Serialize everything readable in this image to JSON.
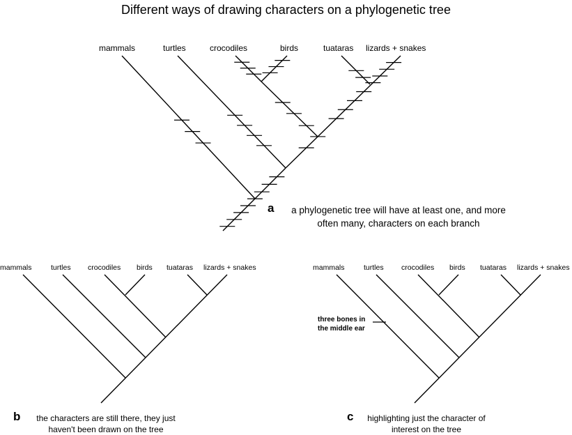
{
  "title": "Different ways of drawing characters on a phylogenetic tree",
  "panels": {
    "a": {
      "letter": "a",
      "caption_line1": "a phylogenetic tree will have at least one, and more",
      "caption_line2": "often many, characters on each branch",
      "taxa": [
        "mammals",
        "turtles",
        "crocodiles",
        "birds",
        "tuataras",
        "lizards + snakes"
      ]
    },
    "b": {
      "letter": "b",
      "caption_line1": "the characters are still there, they just",
      "caption_line2": "haven't been drawn on the tree",
      "taxa": [
        "mammals",
        "turtles",
        "crocodiles",
        "birds",
        "tuataras",
        "lizards + snakes"
      ]
    },
    "c": {
      "letter": "c",
      "caption_line1": "highlighting just the character of",
      "caption_line2": "interest on the tree",
      "taxa": [
        "mammals",
        "turtles",
        "crocodiles",
        "birds",
        "tuataras",
        "lizards + snakes"
      ],
      "annotation_line1": "three bones in",
      "annotation_line2": "the middle ear"
    }
  },
  "colors": {
    "line": "#000000",
    "background": "#ffffff"
  }
}
